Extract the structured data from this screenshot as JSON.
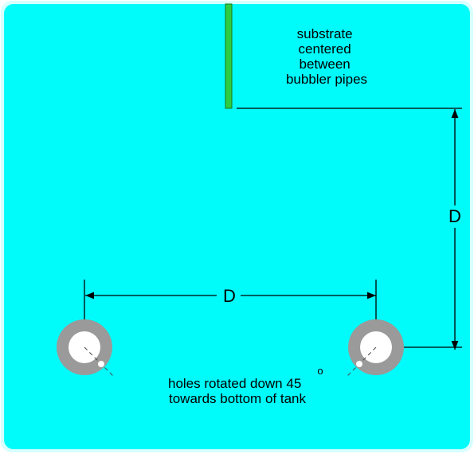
{
  "labels": {
    "substrate_note": [
      "substrate",
      "centered",
      "between",
      "bubbler pipes"
    ],
    "horizontal_dimension": "D",
    "vertical_dimension": "D",
    "holes_note": [
      "holes rotated down 45",
      "towards bottom of tank"
    ],
    "degree_symbol": "o"
  },
  "colors": {
    "tank_fill": "#00fbfb",
    "tank_edge": "#d8ffff",
    "substrate": "#2ecc40",
    "pipe_wall": "#9a9a9a",
    "pipe_hole": "#ffffff",
    "dimension_line": "#000000"
  }
}
